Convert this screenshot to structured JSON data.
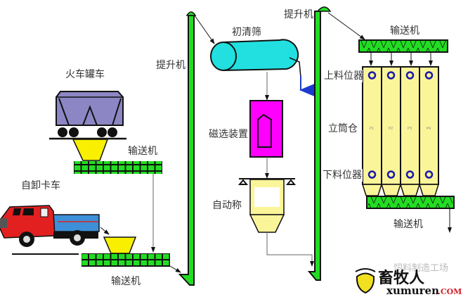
{
  "labels": {
    "rail_tanker": "火车罐车",
    "dump_truck": "自卸卡车",
    "conveyor_1": "输送机",
    "conveyor_2": "输送机",
    "elevator_1": "提升机",
    "pre_cleaning_sieve": "初清筛",
    "magnetic_separator": "磁选装置",
    "auto_scale": "自动称",
    "elevator_2": "提升机",
    "conveyor_top": "输送机",
    "upper_level_sensor": "上料位器",
    "silo": "立筒仓",
    "lower_level_sensor": "下料位器",
    "conveyor_bottom": "输送机"
  },
  "silos": [
    "P1",
    "P2",
    "P3",
    "P4"
  ],
  "watermark": "饲料制造工场",
  "logo": {
    "name": "畜牧人",
    "site": "xumuren",
    "tld": ".COM"
  },
  "colors": {
    "conveyor": "#22dd22",
    "rail_car": "#8c86c4",
    "sieve": "#22e0e0",
    "magnet": "#ff00ff",
    "silo": "#fbf59a",
    "hopper": "#f8f000",
    "sensor": "#1a1aa8"
  }
}
